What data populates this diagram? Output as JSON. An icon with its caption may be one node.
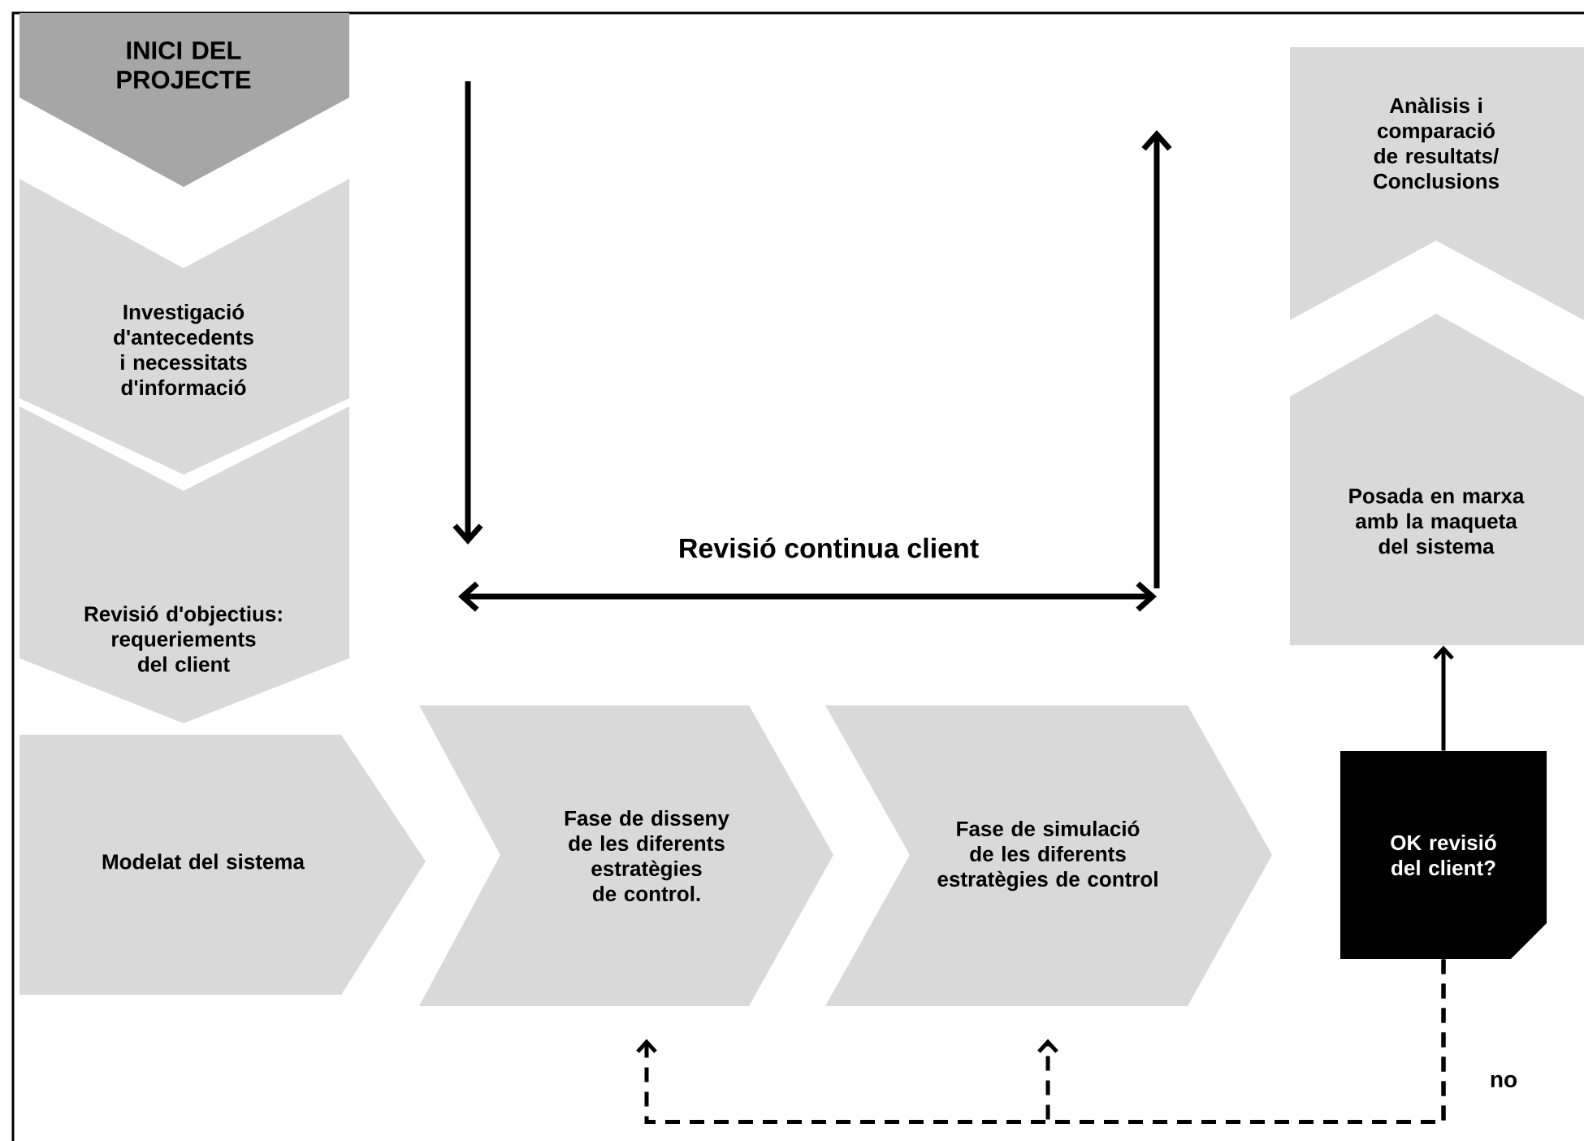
{
  "diagram": {
    "nodes": [
      {
        "text": [
          "INICI DEL PROJECTE"
        ]
      },
      {
        "text": [
          "Investigació d'antecedents i necessitats d'informació"
        ]
      },
      {
        "text": [
          "Revisió d'objectius: requeriements del client"
        ]
      },
      {
        "text": [
          "Modelat del sistema"
        ]
      },
      {
        "text": [
          "Fase de disseny de les diferents estratègies de control."
        ]
      },
      {
        "text": [
          "Fase de simulació de les diferents estratègies de control"
        ]
      },
      {
        "text": [
          "Anàlisis i comparació de resultats/ Conclusions"
        ]
      },
      {
        "text": [
          "Posada en marxa amb la maqueta del sistema"
        ]
      },
      {
        "text": [
          "OK revisió del client?"
        ]
      }
    ],
    "edges": [
      {
        "from": 8,
        "to": 7,
        "arrow": "to"
      },
      {
        "from": 8,
        "to": 4,
        "arrow": "to",
        "style": "dashed",
        "label": "no"
      },
      {
        "from": 8,
        "to": 5,
        "arrow": "to",
        "style": "dashed"
      }
    ],
    "labels": [
      "Revisió continua client"
    ]
  }
}
